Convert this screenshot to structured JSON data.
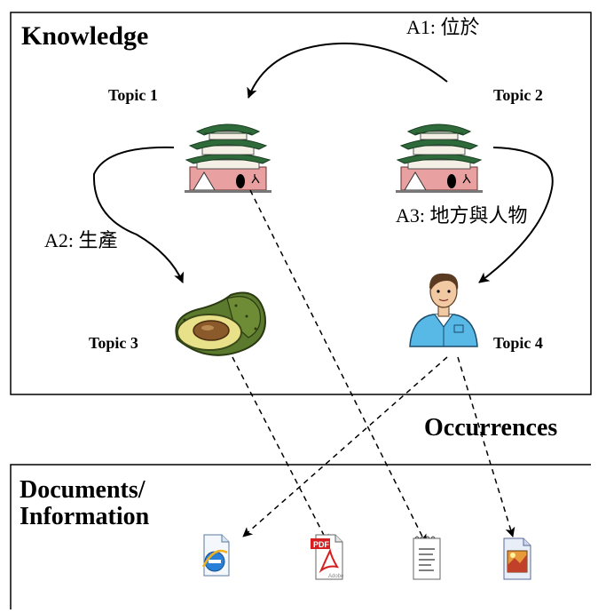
{
  "knowledge": {
    "title": "Knowledge",
    "topics": {
      "t1": "Topic 1",
      "t2": "Topic 2",
      "t3": "Topic 3",
      "t4": "Topic 4"
    },
    "associations": {
      "a1": "A1: 位於",
      "a2": "A2: 生產",
      "a3": "A3: 地方與人物"
    }
  },
  "occurrences": {
    "label": "Occurrences"
  },
  "documents": {
    "title_line1": "Documents/",
    "title_line2": "Information",
    "pdf_badge": "PDF",
    "adobe_text": "Adobe"
  },
  "icons": [
    "pagoda-icon",
    "avocado-icon",
    "person-icon",
    "internet-explorer-icon",
    "pdf-file-icon",
    "text-document-icon",
    "image-file-icon"
  ],
  "colors": {
    "frame": "#000000",
    "pagoda_roof": "#2f6b3a",
    "pagoda_wall": "#e8a0a0",
    "avocado_skin": "#5c7a2e",
    "avocado_flesh": "#e9e08a",
    "avocado_pit": "#8a5a2b",
    "shirt": "#58b8e6",
    "pdf_red": "#d42020",
    "ie_blue": "#2a7fd6"
  }
}
